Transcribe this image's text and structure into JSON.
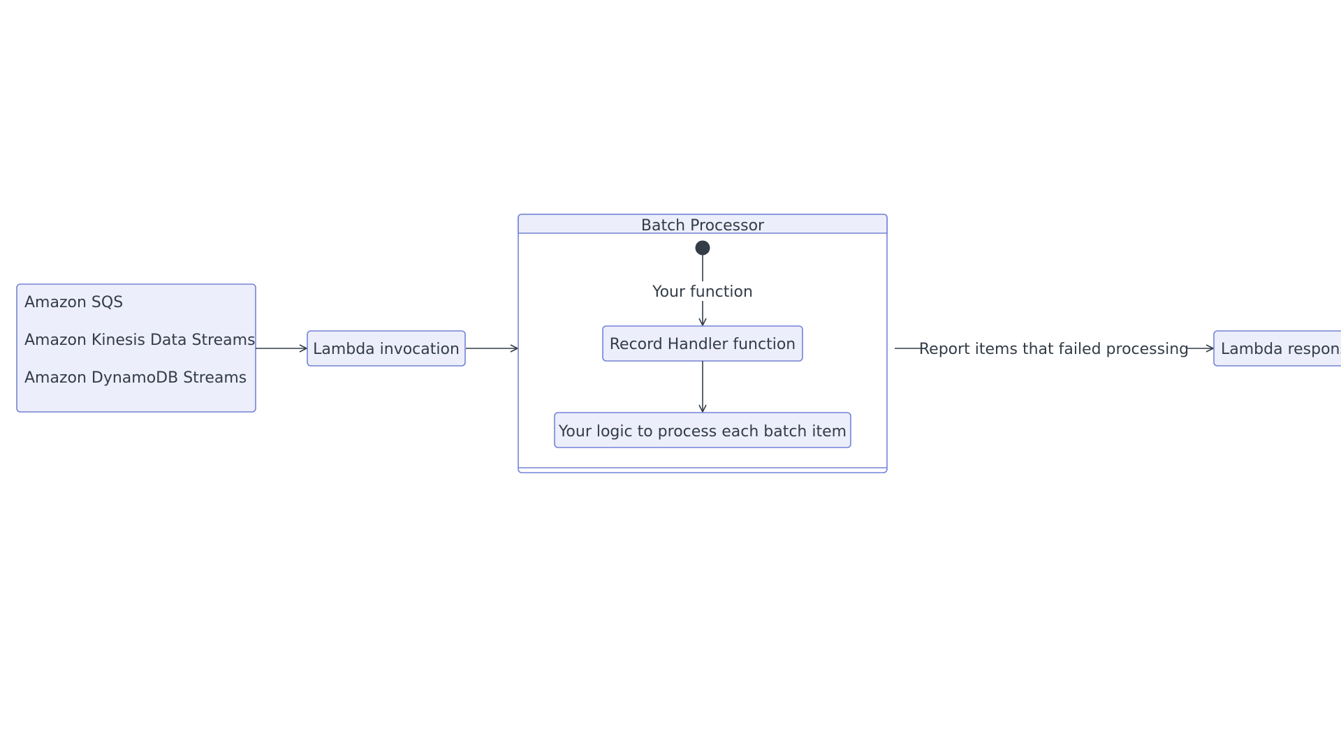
{
  "diagram": {
    "sources": {
      "items": [
        "Amazon SQS",
        "Amazon Kinesis Data Streams",
        "Amazon DynamoDB Streams"
      ]
    },
    "lambda_invocation": {
      "label": "Lambda invocation"
    },
    "batch_processor": {
      "title": "Batch Processor",
      "start_edge_label": "Your function",
      "record_handler": {
        "label": "Record Handler function"
      },
      "logic": {
        "label": "Your logic to process each batch item"
      }
    },
    "report_edge": {
      "label": "Report items that failed processing"
    },
    "lambda_response": {
      "label": "Lambda response"
    }
  },
  "colors": {
    "node_fill": "#eceefb",
    "node_stroke": "#7383d6",
    "edge": "#333c47",
    "text": "#333c47"
  }
}
